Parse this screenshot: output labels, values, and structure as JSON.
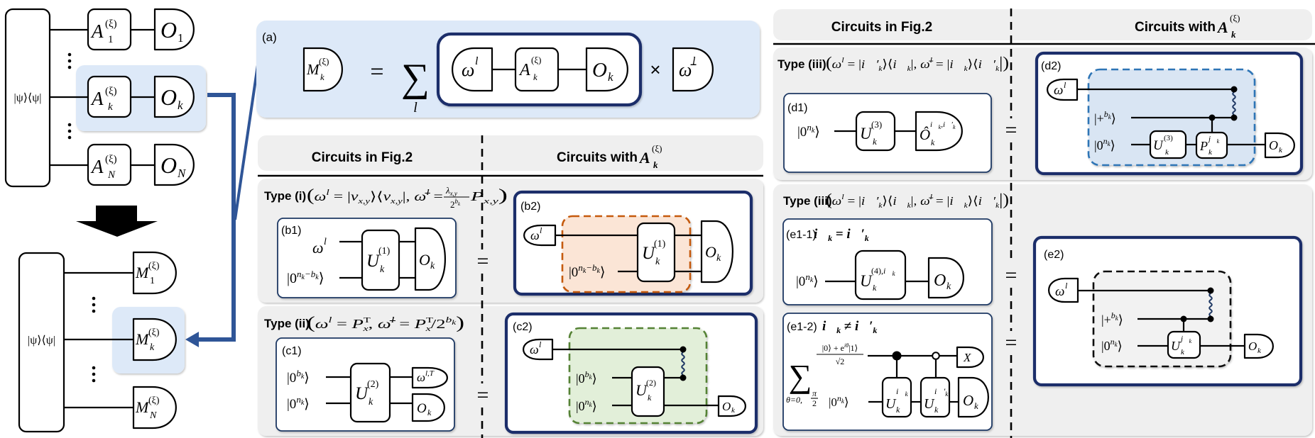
{
  "colors": {
    "navy_frame": "#1b2f6b",
    "connector": "#2f5597",
    "highlight": "#dde9f8",
    "row_bg": "#efefef",
    "wavy": "#1f3864",
    "orange_dash": "#c55a11",
    "orange_fill": "#fbe5d6",
    "green_dash": "#548235",
    "green_fill": "#e2efd9",
    "blue_dash": "#2e75b6",
    "blue_fill": "#d9e5f3",
    "gray_fill": "#f2f2f2",
    "black_dash": "#111111"
  },
  "overview": {
    "top": {
      "state": "|ψ⟩⟨ψ|",
      "ellipsis": "⋮",
      "rows": [
        {
          "channel": {
            "base": "A",
            "sup": "(ξ)",
            "sub": "1"
          },
          "obs": {
            "base": "O",
            "sub": "1"
          }
        },
        {
          "channel": {
            "base": "A",
            "sup": "(ξ)",
            "sub": "k"
          },
          "obs": {
            "base": "O",
            "sub": "k"
          }
        },
        {
          "channel": {
            "base": "A",
            "sup": "(ξ)",
            "sub": "N"
          },
          "obs": {
            "base": "O",
            "sub": "N"
          }
        }
      ]
    },
    "bottom": {
      "state": "|ψ⟩⟨ψ|",
      "rows": [
        {
          "base": "M",
          "sup": "(ξ)",
          "sub": "1"
        },
        {
          "base": "M",
          "sup": "(ξ)",
          "sub": "k"
        },
        {
          "base": "M",
          "sup": "(ξ)",
          "sub": "N"
        }
      ]
    }
  },
  "panel_a": {
    "label": "(a)",
    "lhs": {
      "base": "M",
      "sup": "(ξ)",
      "sub": "k"
    },
    "equals": "=",
    "sum": "∑",
    "sum_index": "l",
    "prep": {
      "base": "ω",
      "sup": "l"
    },
    "channel": {
      "base": "A",
      "sup": "(ξ)",
      "sub": "k"
    },
    "obs": {
      "base": "O",
      "sub": "k"
    },
    "times": "×",
    "weight": {
      "base": "ω̄",
      "sup": "l"
    }
  },
  "middle": {
    "header": {
      "left": "Circuits in Fig.2",
      "right": "Circuits with",
      "right_math": {
        "base": "A",
        "sup": "(ξ)",
        "sub": "k"
      }
    },
    "type_i": {
      "label": "Type (i)",
      "formula": [
        "(",
        "ω",
        "l",
        " = |",
        "v",
        "x,y",
        "⟩⟨",
        "v",
        "x,y",
        "|,  ",
        "ω̄",
        "l",
        " = "
      ],
      "fraction": {
        "num": [
          "λ",
          "x,y"
        ],
        "den": [
          "2",
          "b",
          "k"
        ]
      },
      "formula_tail": [
        "P",
        "x,y",
        ")"
      ],
      "equals": "=",
      "b1": {
        "label": "(b1)",
        "input_top": {
          "base": "ω",
          "sup": "l"
        },
        "input_bottom": [
          "|0",
          "n",
          "k",
          "−b",
          "k",
          "⟩"
        ],
        "gate": {
          "base": "U",
          "sup": "(1)",
          "sub": "k"
        },
        "obs": {
          "base": "O",
          "sub": "k"
        }
      },
      "b2": {
        "label": "(b2)",
        "prep": {
          "base": "ω",
          "sup": "l"
        },
        "input": [
          "|0",
          "n",
          "k",
          "−b",
          "k",
          "⟩"
        ],
        "gate": {
          "base": "U",
          "sup": "(1)",
          "sub": "k"
        },
        "obs": {
          "base": "O",
          "sub": "k"
        }
      }
    },
    "type_ii": {
      "label": "Type (ii)",
      "formula": [
        "(",
        "ω",
        "l",
        " = ",
        "P",
        "T",
        "x",
        ",  ",
        "ω̄",
        "l",
        " = ",
        "P",
        "T",
        "x",
        "/2",
        "b",
        "k",
        ")"
      ],
      "equals": "=",
      "c1": {
        "label": "(c1)",
        "input_top": [
          "|0",
          "b",
          "k",
          "⟩"
        ],
        "input_bottom": [
          "|0",
          "n",
          "k",
          "⟩"
        ],
        "gate": {
          "base": "U",
          "sup": "(2)",
          "sub": "k"
        },
        "out_top": {
          "base": "ω",
          "sup": "l,T"
        },
        "obs": {
          "base": "O",
          "sub": "k"
        }
      },
      "c2": {
        "label": "(c2)",
        "prep": {
          "base": "ω",
          "sup": "l"
        },
        "input_top": [
          "|0",
          "b",
          "k",
          "⟩"
        ],
        "input_bottom": [
          "|0",
          "n",
          "k",
          "⟩"
        ],
        "gate": {
          "base": "U",
          "sup": "(2)",
          "sub": "k"
        },
        "obs": {
          "base": "O",
          "sub": "k"
        }
      }
    }
  },
  "right": {
    "header": {
      "left": "Circuits in Fig.2",
      "right": "Circuits with",
      "right_math": {
        "base": "A",
        "sup": "(ξ)",
        "sub": "k"
      }
    },
    "type_iii_d": {
      "label": "Type (iii)",
      "formula": [
        "(",
        "ω",
        "l",
        " = |",
        "i⃗′",
        "k",
        "⟩⟨",
        "i⃗",
        "k",
        "|,  ",
        "ω̄",
        "l",
        " = |",
        "i⃗",
        "k",
        "⟩⟨",
        "i⃗′",
        "k",
        "|)"
      ],
      "equals": "=",
      "d1": {
        "label": "(d1)",
        "input": [
          "|0",
          "n",
          "k",
          "⟩"
        ],
        "gate": {
          "base": "U",
          "sup": "(3)",
          "sub": "k"
        },
        "obs": {
          "base": "Ô",
          "sup": [
            "i⃗",
            "k",
            ",",
            "i⃗′",
            "k"
          ],
          "sub": "k"
        }
      },
      "d2": {
        "label": "(d2)",
        "prep": {
          "base": "ω",
          "sup": "l"
        },
        "input_top": [
          "|+",
          "b",
          "k",
          "⟩"
        ],
        "input_bottom": [
          "|0",
          "n",
          "k",
          "⟩"
        ],
        "gate": {
          "base": "U",
          "sup": "(3)",
          "sub": "k"
        },
        "pauli": {
          "base": "P",
          "sup": [
            "j⃗",
            "k"
          ],
          "sub": "k"
        },
        "obs": {
          "base": "O",
          "sub": "k"
        }
      }
    },
    "type_iii_e": {
      "label": "Type (iii)",
      "formula": [
        "(",
        "ω",
        "l",
        " = |",
        "i⃗′",
        "k",
        "⟩⟨",
        "i⃗",
        "k",
        "|,  ",
        "ω̄",
        "l",
        " = |",
        "i⃗",
        "k",
        "⟩⟨",
        "i⃗′",
        "k",
        "|)"
      ],
      "equals_1": "=",
      "equals_2": "=",
      "e1_1": {
        "label": "(e1-1)",
        "condition": [
          "i⃗",
          "k",
          " = ",
          "i⃗′",
          "k"
        ],
        "input": [
          "|0",
          "n",
          "k",
          "⟩"
        ],
        "gate": {
          "base": "U",
          "sup": [
            "(4),",
            "i⃗",
            "k"
          ],
          "sub": "k"
        },
        "obs": {
          "base": "O",
          "sub": "k"
        }
      },
      "e1_2": {
        "label": "(e1-2)",
        "condition": [
          "i⃗",
          "k",
          " ≠ ",
          "i⃗′",
          "k"
        ],
        "sum": "∑",
        "sum_index": "θ=0,",
        "sum_index_frac": {
          "num": "π",
          "den": "2"
        },
        "ancilla_num": [
          "|0⟩ + e",
          "iθ",
          "|1⟩"
        ],
        "ancilla_den": "√2",
        "input": [
          "|0",
          "n",
          "k",
          "⟩"
        ],
        "gate_1": {
          "base": "U",
          "sup": [
            "i⃗",
            "k"
          ],
          "sub": "k"
        },
        "gate_2": {
          "base": "U",
          "sup": [
            "i⃗′",
            "k"
          ],
          "sub": "k"
        },
        "ancilla_obs": "X",
        "obs": {
          "base": "O",
          "sub": "k"
        }
      },
      "e2": {
        "label": "(e2)",
        "prep": {
          "base": "ω",
          "sup": "l"
        },
        "input_top": [
          "|+",
          "b",
          "k",
          "⟩"
        ],
        "input_bottom": [
          "|0",
          "n",
          "k",
          "⟩"
        ],
        "gate": {
          "base": "U",
          "sup": [
            "j⃗",
            "k"
          ],
          "sub": "k"
        },
        "obs": {
          "base": "O",
          "sub": "k"
        }
      }
    }
  }
}
